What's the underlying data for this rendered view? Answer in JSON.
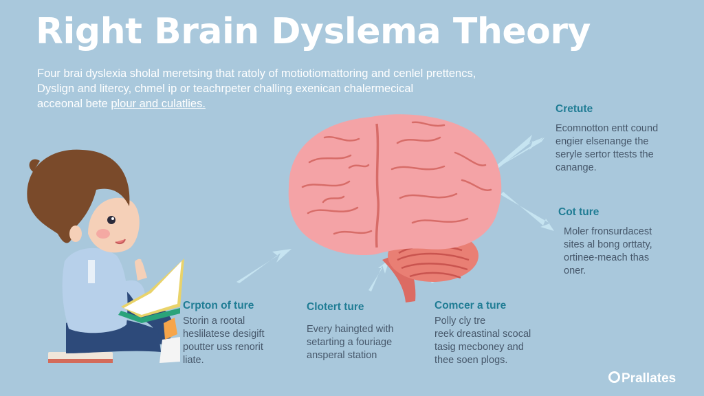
{
  "title": "Right Brain Dyslema Theory",
  "intro": {
    "line1": "Four brai dyslexia sholal meretsing that ratoly of motiotiomattoring and cenlel prettencs,",
    "line2": "Dyslign and litercy, chmel ip or teachrpeter challing exenican chalermecical",
    "line3_plain": "acceonal bete ",
    "line3_link": "plour and culatlies."
  },
  "callouts": {
    "top_right": {
      "heading": "Cretute",
      "lines": [
        "Ecomnotton entt cound",
        "engier elsenange the",
        "seryle sertor ttests the",
        "canange."
      ]
    },
    "mid_right": {
      "heading": "Cot ture",
      "lines": [
        "Moler fronsurdacest",
        "sites al bong orttaty,",
        "ortinee-meach thas",
        "oner."
      ]
    },
    "bottom_left": {
      "heading": "Crpton of ture",
      "lines": [
        "Storin a rootal",
        "heslilatese desigift",
        "poutter uss renorit",
        "liate."
      ]
    },
    "bottom_center": {
      "heading": "Clotert ture",
      "lines": [
        "Every haingted with",
        "setarting a fouriage",
        "ansperal station"
      ]
    },
    "bottom_right": {
      "heading": "Comcer a ture",
      "lines": [
        "Polly cly tre",
        "reek dreastinal scocal",
        "tasig mecboney and",
        "thee soen plogs."
      ]
    }
  },
  "logo": {
    "text": "Prallates"
  },
  "colors": {
    "background": "#a9c8dc",
    "heading": "#1f7c94",
    "body_text": "#46576a",
    "brain": "#f4a3a6",
    "arrow": "#c6e4f1"
  }
}
